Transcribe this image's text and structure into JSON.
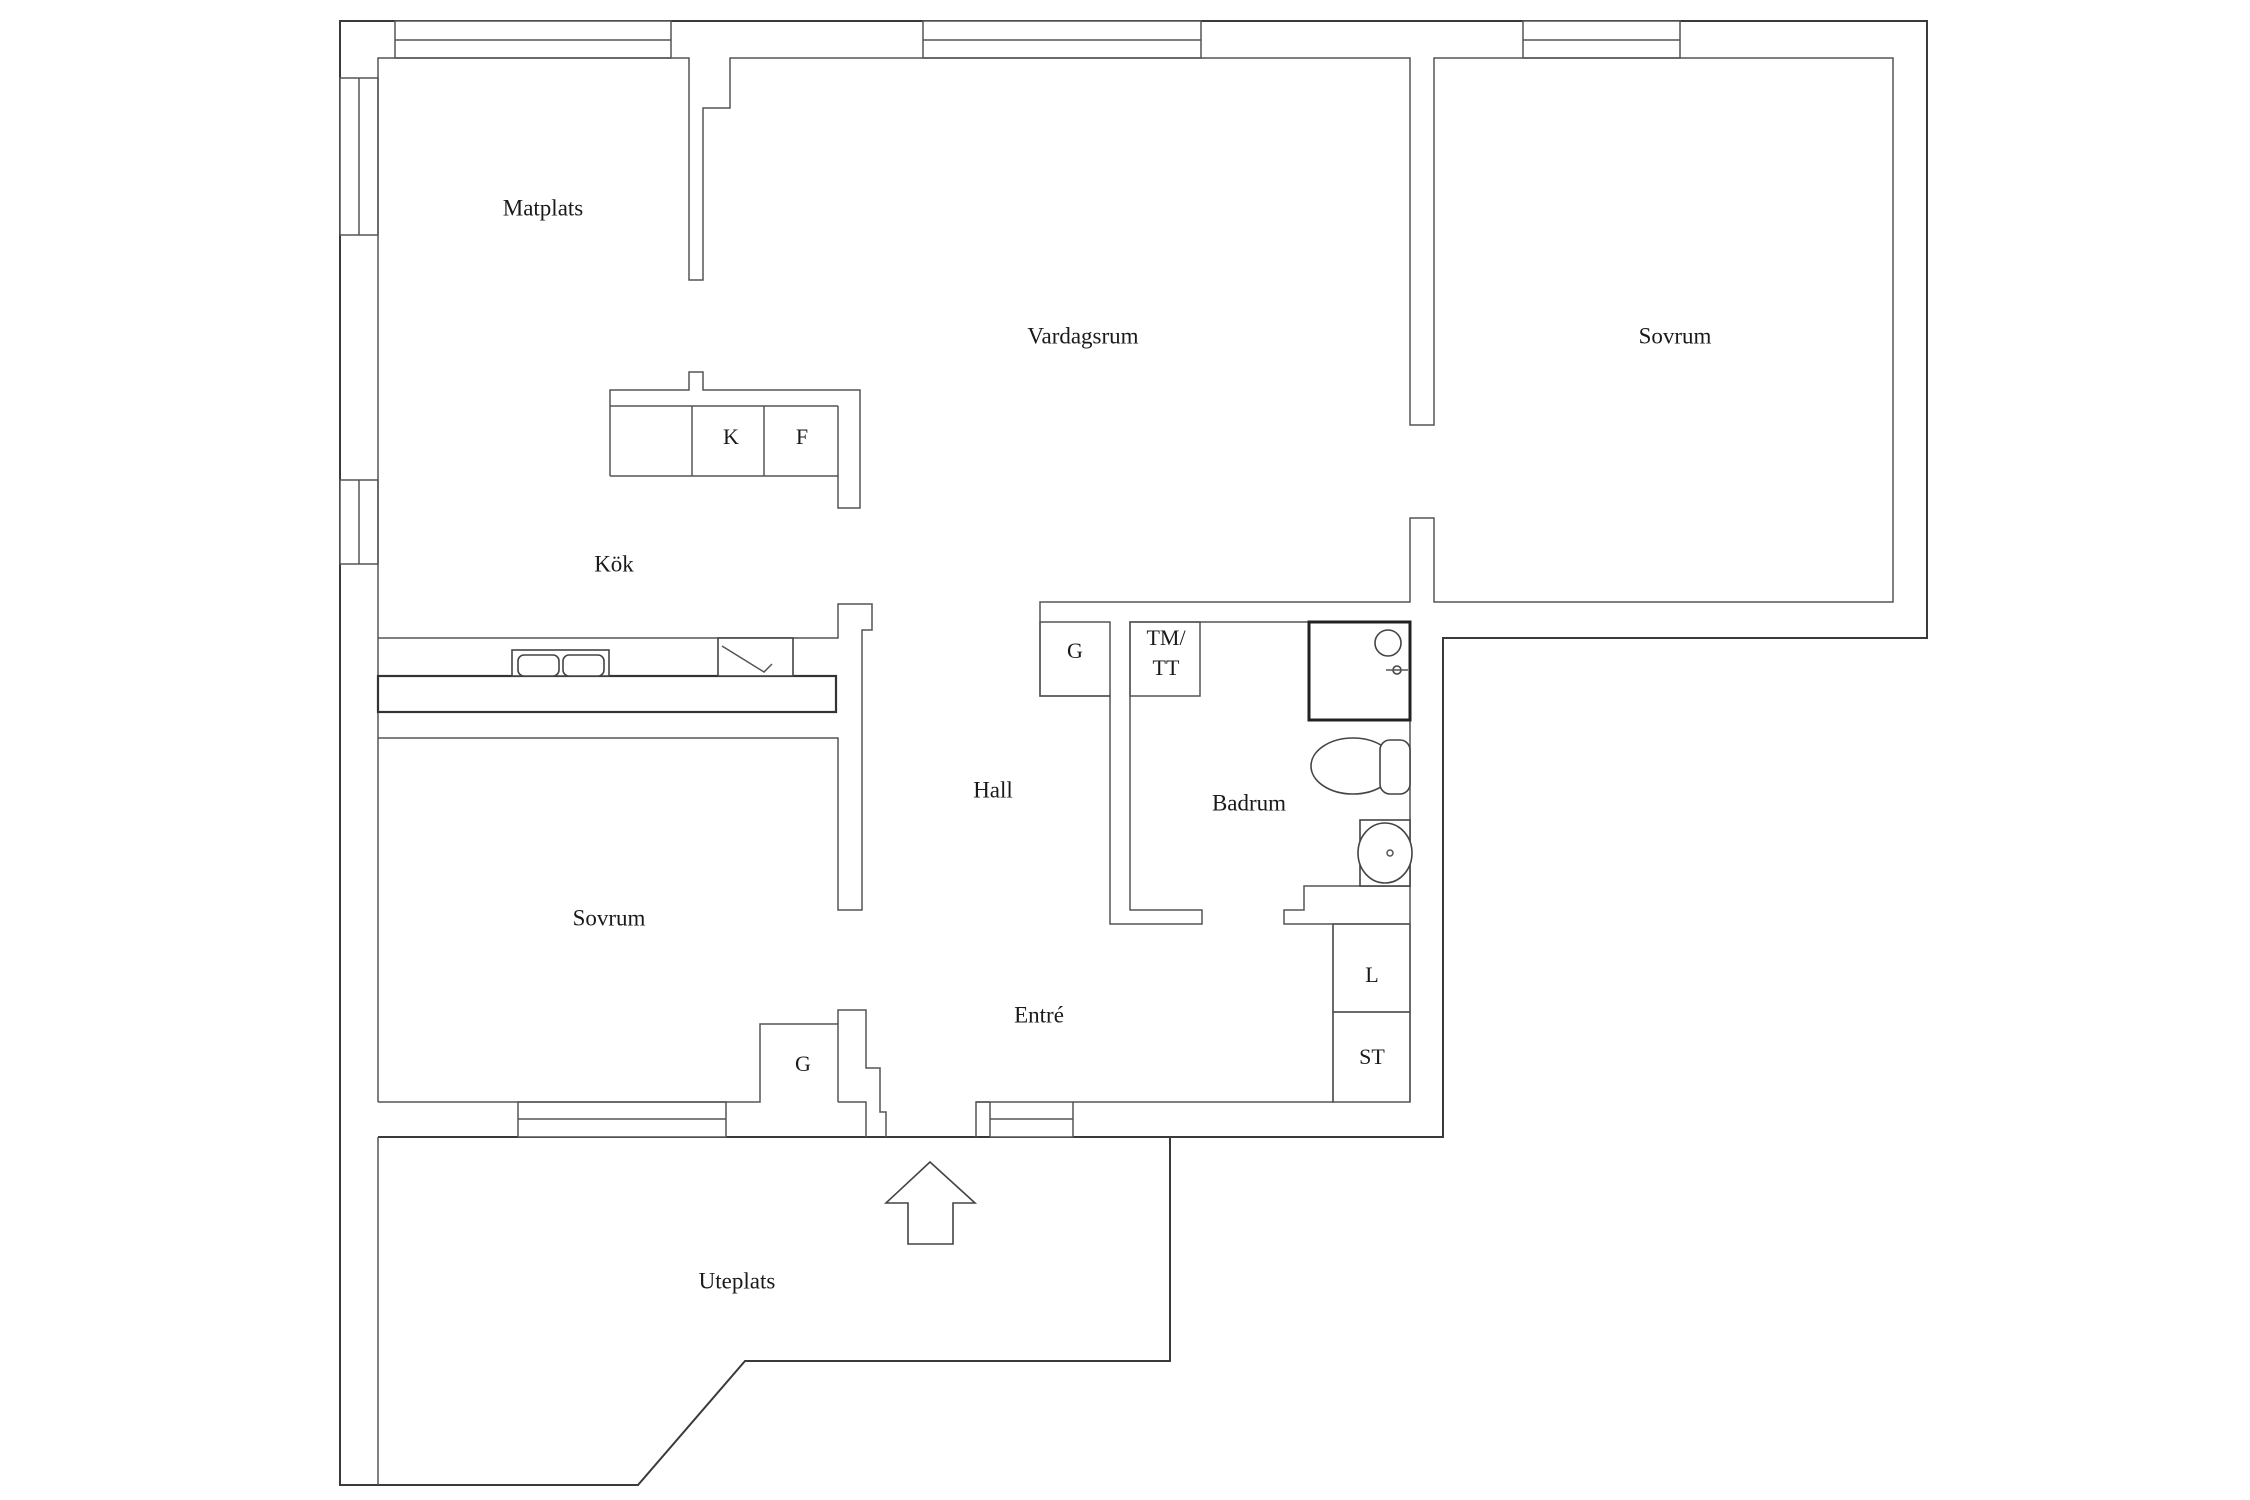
{
  "rooms": {
    "matplats": "Matplats",
    "vardagsrum": "Vardagsrum",
    "sovrum_top": "Sovrum",
    "kok": "Kök",
    "hall": "Hall",
    "badrum": "Badrum",
    "sovrum_bottom": "Sovrum",
    "entre": "Entré",
    "uteplats": "Uteplats"
  },
  "fixtures": {
    "kyl": "K",
    "frys": "F",
    "garderob_hall": "G",
    "tm": "TM/",
    "tt": "TT",
    "linneskap": "L",
    "stad": "ST",
    "garderob_entre": "G"
  }
}
